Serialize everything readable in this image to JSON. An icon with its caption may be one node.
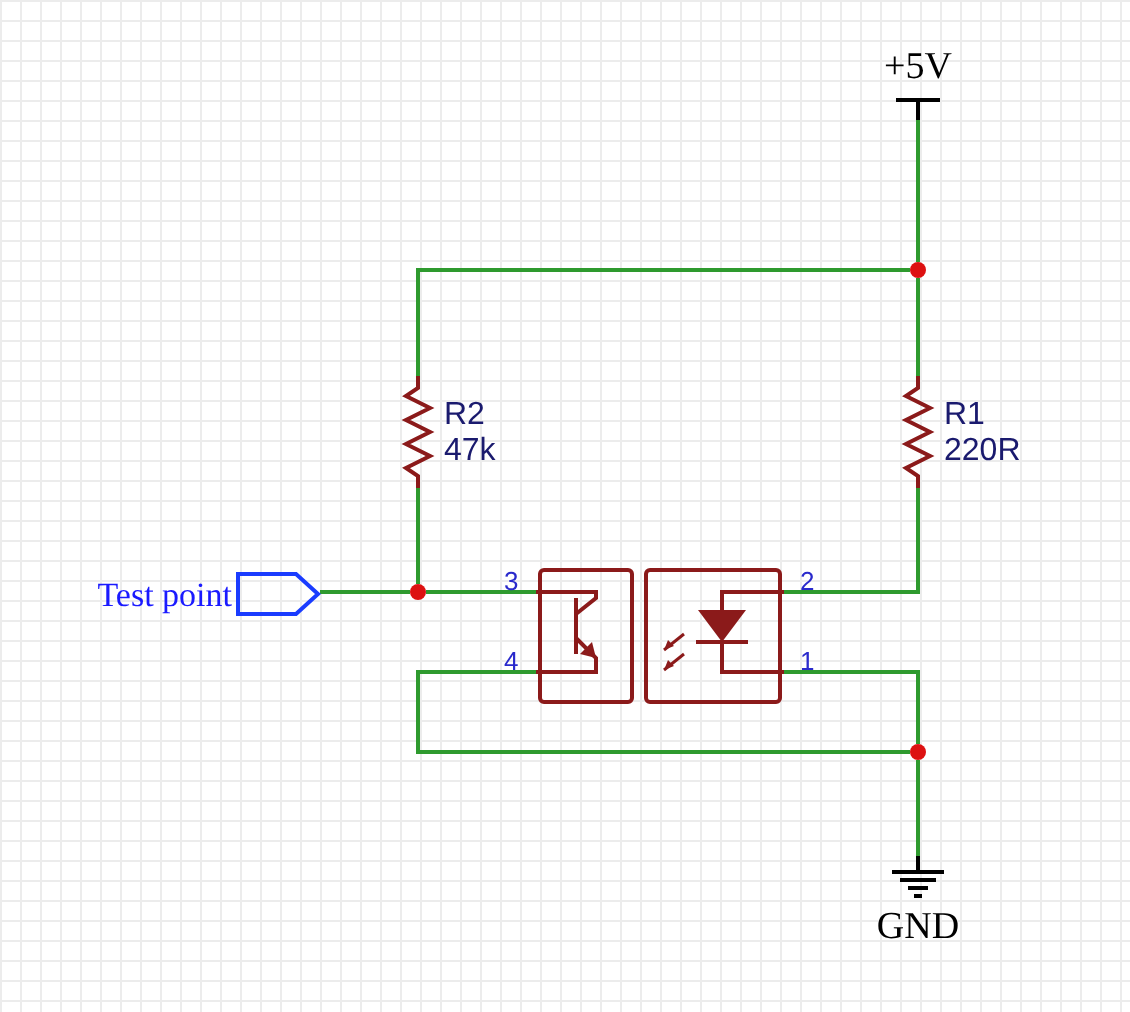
{
  "diagram": {
    "nodes": [
      {
        "text": [
          "+5V"
        ]
      },
      {
        "text": [],
        "shape": "circle"
      },
      {
        "text": [
          "R2",
          "47k"
        ]
      },
      {
        "text": [
          "R1",
          "220R"
        ]
      },
      {
        "text": [
          "Test point"
        ]
      },
      {
        "text": [],
        "shape": "circle"
      },
      {
        "text": [],
        "shape": "box"
      },
      {
        "text": [],
        "shape": "circle"
      },
      {
        "text": [
          "GND"
        ]
      }
    ],
    "edges": [
      {
        "from": 0,
        "to": 1,
        "arrow": "none"
      },
      {
        "from": 1,
        "to": 2,
        "arrow": "none"
      },
      {
        "from": 1,
        "to": 3,
        "arrow": "none"
      },
      {
        "from": 2,
        "to": 5,
        "arrow": "none"
      },
      {
        "from": 4,
        "to": 5,
        "arrow": "none"
      },
      {
        "from": 5,
        "to": 6,
        "arrow": "none"
      },
      {
        "from": 3,
        "to": 6,
        "arrow": "none"
      },
      {
        "from": 6,
        "to": 7,
        "arrow": "none"
      },
      {
        "from": 6,
        "to": 7,
        "arrow": "none"
      },
      {
        "from": 7,
        "to": 8,
        "arrow": "none"
      }
    ],
    "labels": [
      "3",
      "4",
      "2",
      "1"
    ]
  }
}
